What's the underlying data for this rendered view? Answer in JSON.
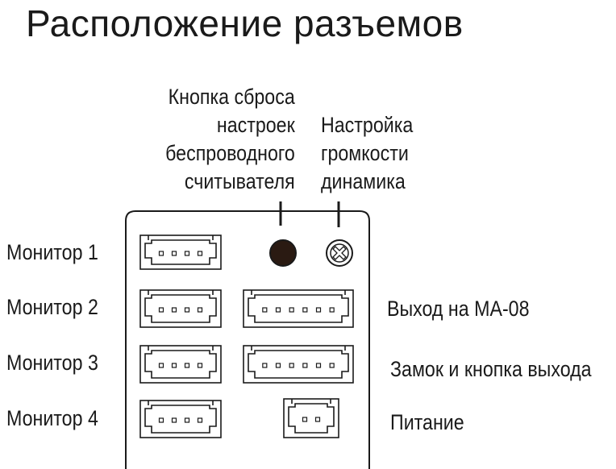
{
  "title": "Расположение разъемов",
  "reset_button_label": [
    "Кнопка сброса",
    "настроек",
    "беспроводного",
    "считывателя"
  ],
  "volume_label": [
    "Настройка",
    "громкости",
    "динамика"
  ],
  "left_labels": [
    "Монитор 1",
    "Монитор 2",
    "Монитор 3",
    "Монитор 4"
  ],
  "right_labels": [
    "Выход на МА-08",
    "Замок и кнопка выхода",
    "Питание"
  ],
  "connectors": {
    "monitor_pins": 4,
    "ma08_pins": 6,
    "lock_pins": 6,
    "power_pins": 2
  }
}
